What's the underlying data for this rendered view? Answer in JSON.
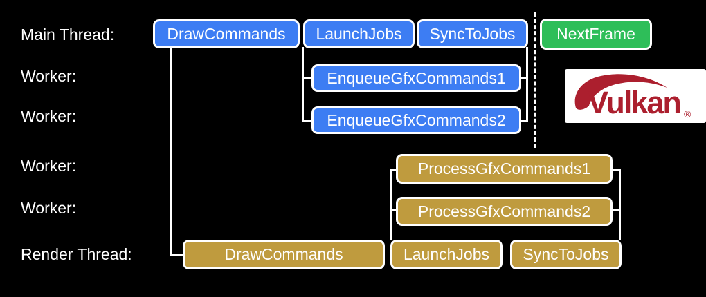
{
  "colors": {
    "background": "#000000",
    "blue_box": "#3d7df3",
    "gold_box": "#bf9b3e",
    "green_box": "#2ebe59",
    "line": "#ffffff",
    "vulkan_red": "#ac1f2e",
    "logo_background": "#ffffff"
  },
  "thread_labels": [
    {
      "label": "Main Thread:"
    },
    {
      "label": "Worker:"
    },
    {
      "label": "Worker:"
    },
    {
      "label": "Worker:"
    },
    {
      "label": "Worker:"
    },
    {
      "label": "Render Thread:"
    }
  ],
  "main_thread": {
    "draw_commands": "DrawCommands",
    "launch_jobs": "LaunchJobs",
    "sync_to_jobs": "SyncToJobs",
    "next_frame": "NextFrame"
  },
  "worker_enqueue": {
    "enqueue_gfx_commands_1": "EnqueueGfxCommands1",
    "enqueue_gfx_commands_2": "EnqueueGfxCommands2"
  },
  "worker_process": {
    "process_gfx_commands_1": "ProcessGfxCommands1",
    "process_gfx_commands_2": "ProcessGfxCommands2"
  },
  "render_thread": {
    "draw_commands": "DrawCommands",
    "launch_jobs": "LaunchJobs",
    "sync_to_jobs": "SyncToJobs"
  },
  "logo": {
    "wordmark": "Vulkan",
    "registered_mark": "®"
  }
}
